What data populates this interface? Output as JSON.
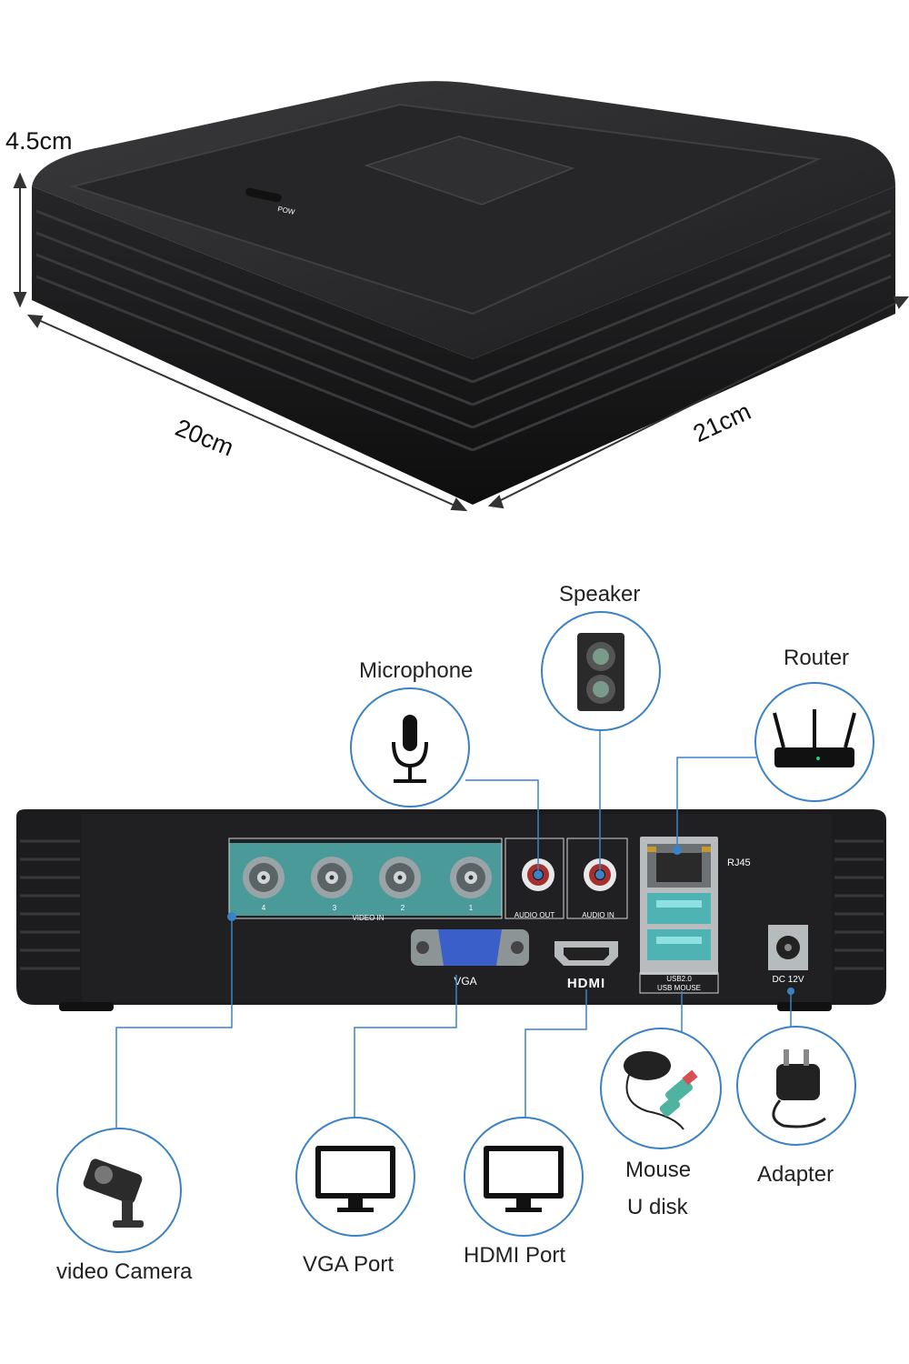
{
  "dimensions": {
    "height": "4.5cm",
    "width": "20cm",
    "depth": "21cm"
  },
  "device_labels": {
    "front_power": "POW",
    "video_in": "VIDEO IN",
    "channels": [
      "4",
      "3",
      "2",
      "1"
    ],
    "audio_out": "AUDIO OUT",
    "audio_in": "AUDIO IN",
    "rj45": "RJ45",
    "vga": "VGA",
    "hdmi": "HDMI",
    "usb_line1": "USB2.0",
    "usb_line2": "USB MOUSE",
    "dc": "DC 12V"
  },
  "callouts": {
    "speaker": "Speaker",
    "microphone": "Microphone",
    "router": "Router",
    "video_camera": "video Camera",
    "vga_port": "VGA Port",
    "hdmi_port": "HDMI Port",
    "mouse": "Mouse",
    "u_disk": "U disk",
    "adapter": "Adapter"
  },
  "colors": {
    "connector_line": "#3b82c4",
    "device_body": "#1c1c1e",
    "video_panel": "#4a9a9a",
    "vga_blue": "#3a5fc8",
    "usb_teal": "#4fb3b3"
  }
}
